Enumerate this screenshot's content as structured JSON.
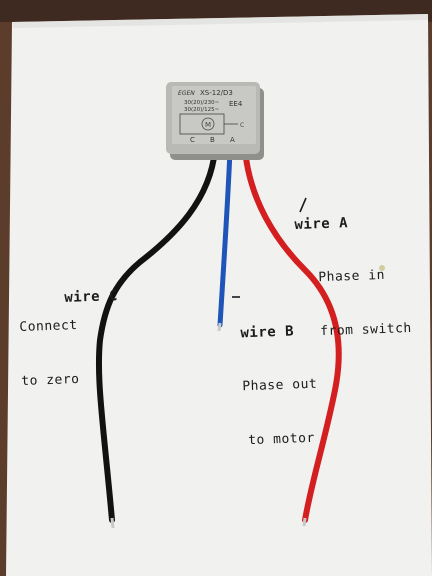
{
  "device": {
    "brand_text": "EGEN",
    "model": "XS-12/D3",
    "code": "EE4",
    "rating_1": "30(20)/230~",
    "rating_2": "30(20)/125~",
    "terminal_labels": [
      "A",
      "B",
      "C"
    ],
    "side_mark": "C"
  },
  "annotations": {
    "wire_a": {
      "title": "wire A",
      "line1": "Phase in",
      "line2": "from switch"
    },
    "wire_b": {
      "title": "wire B",
      "line1": "Phase out",
      "line2": "to motor"
    },
    "wire_c": {
      "title": "wire C",
      "line1": "Connect",
      "line2": "to zero"
    }
  },
  "colors": {
    "wire_a": "#d31f1f",
    "wire_b": "#1f54b8",
    "wire_c": "#121212",
    "paper": "#f2f2f0",
    "housing": "#b9b9b6"
  }
}
